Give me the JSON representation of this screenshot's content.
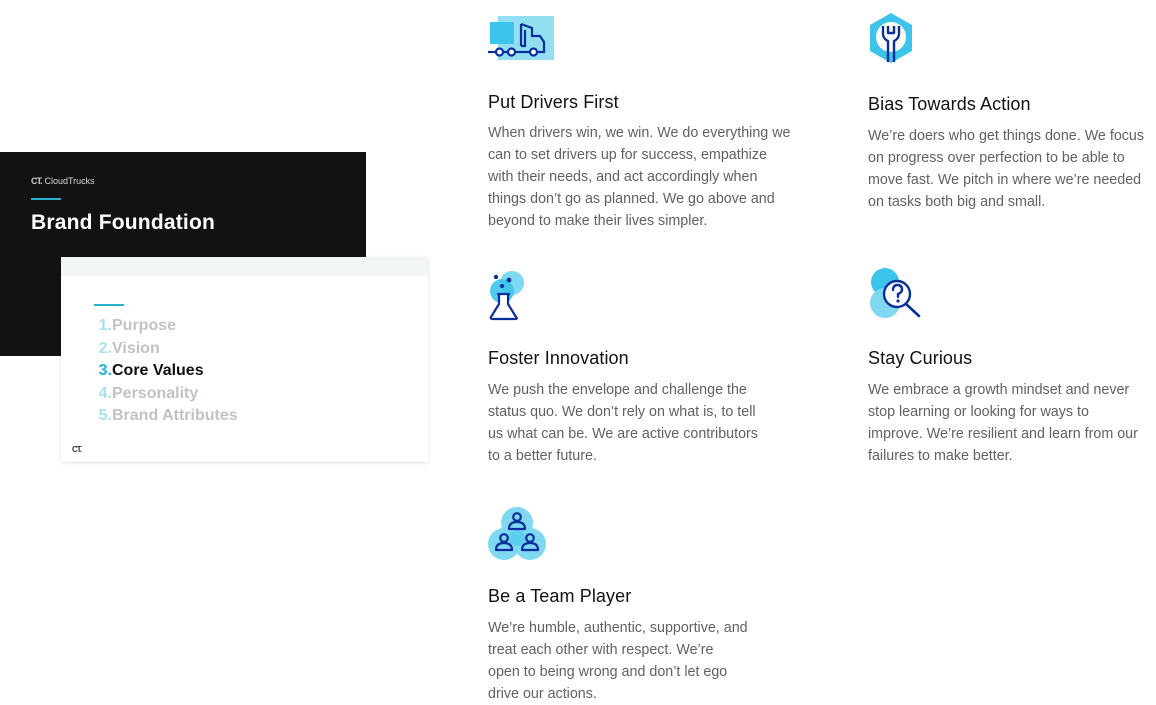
{
  "slide": {
    "brand_logo": "CT.",
    "brand_name": "CloudTrucks",
    "title": "Brand Foundation",
    "footer_logo": "CT.",
    "toc": [
      {
        "num": "1.",
        "label": "Purpose",
        "active": false
      },
      {
        "num": "2.",
        "label": "Vision",
        "active": false
      },
      {
        "num": "3.",
        "label": "Core Values",
        "active": true
      },
      {
        "num": "4.",
        "label": "Personality",
        "active": false
      },
      {
        "num": "5.",
        "label": "Brand Attributes",
        "active": false
      }
    ]
  },
  "values": [
    {
      "icon": "truck-icon",
      "title": "Put Drivers First",
      "lines": [
        "When drivers win, we win. We do everything we",
        "can to set drivers up for success, empathize",
        "with their needs, and act accordingly when",
        "things don’t go as planned. We go above and",
        "beyond to make their lives simpler."
      ]
    },
    {
      "icon": "wrench-icon",
      "title": "Bias Towards Action",
      "lines": [
        "We’re doers who get things done. We focus",
        "on progress over perfection to be able to",
        "move fast. We pitch in where we’re needed",
        "on tasks both big and small."
      ]
    },
    {
      "icon": "flask-icon",
      "title": "Foster Innovation",
      "lines": [
        "We push the envelope and challenge the",
        "status quo. We don’t rely on what is, to tell",
        "us what can be. We are active contributors",
        "to a better future."
      ]
    },
    {
      "icon": "magnifier-question-icon",
      "title": "Stay Curious",
      "lines": [
        "We embrace a growth mindset and never",
        "stop learning or looking for ways to",
        "improve. We’re resilient and learn from our",
        "failures to make better."
      ]
    },
    {
      "icon": "team-icon",
      "title": "Be a Team Player",
      "lines": [
        "We’re humble, authentic, supportive, and",
        "treat each other with respect. We’re",
        "open to being wrong and don’t let ego",
        "drive our actions."
      ]
    }
  ],
  "colors": {
    "accent": "#2ab0cf",
    "icon_fill_light": "#7fd9f0",
    "icon_fill": "#3cc4ea",
    "icon_stroke": "#0b2e9e",
    "dark_bg": "#121214"
  }
}
